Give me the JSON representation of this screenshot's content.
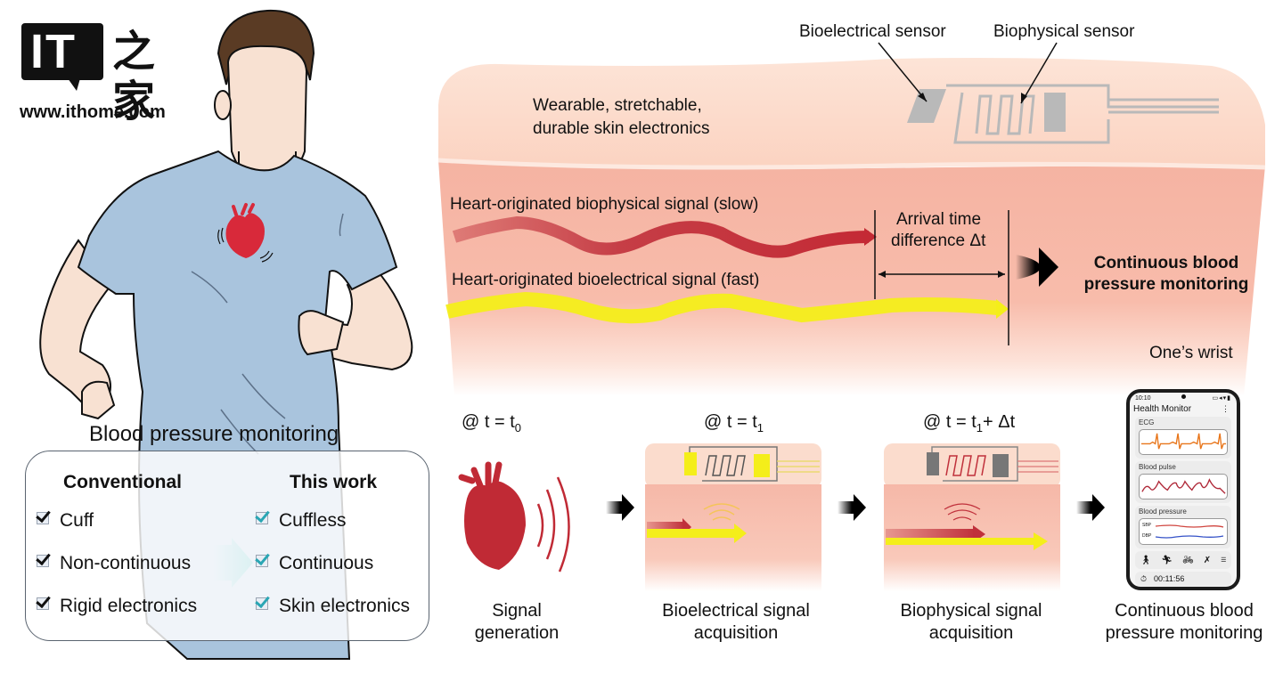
{
  "logo": {
    "mark": "IT",
    "chinese": "之家",
    "url": "www.ithome.com"
  },
  "left_panel": {
    "title": "Blood pressure monitoring",
    "comparison": {
      "conventional": {
        "heading": "Conventional",
        "items": [
          "Cuff",
          "Non-continuous",
          "Rigid electronics"
        ]
      },
      "this_work": {
        "heading": "This work",
        "items": [
          "Cuffless",
          "Continuous",
          "Skin electronics"
        ]
      }
    }
  },
  "skin_panel": {
    "sensor_labels": {
      "bioelectrical": "Bioelectrical sensor",
      "biophysical": "Biophysical sensor"
    },
    "skin_electronics": "Wearable, stretchable,\ndurable skin electronics",
    "signal_slow": "Heart-originated biophysical signal (slow)",
    "signal_fast": "Heart-originated bioelectrical signal (fast)",
    "arrival_line1": "Arrival time",
    "arrival_line2": "difference Δt",
    "result_line1": "Continuous blood",
    "result_line2": "pressure monitoring",
    "location": "One’s wrist"
  },
  "sequence": {
    "steps": [
      {
        "time_prefix": "@ t = t",
        "time_sub": "0",
        "time_suffix": "",
        "caption_l1": "Signal",
        "caption_l2": "generation"
      },
      {
        "time_prefix": "@ t = t",
        "time_sub": "1",
        "time_suffix": "",
        "caption_l1": "Bioelectrical signal",
        "caption_l2": "acquisition"
      },
      {
        "time_prefix": "@ t = t",
        "time_sub": "1",
        "time_suffix": "+ Δt",
        "caption_l1": "Biophysical signal",
        "caption_l2": "acquisition"
      },
      {
        "time_prefix": "",
        "time_sub": "",
        "time_suffix": "",
        "caption_l1": "Continuous blood",
        "caption_l2": "pressure monitoring"
      }
    ]
  },
  "phone": {
    "status_time": "10:10",
    "app_title": "Health Monitor",
    "cards": [
      {
        "label": "ECG",
        "color": "#e8751a"
      },
      {
        "label": "Blood pulse",
        "color": "#b02a3a"
      },
      {
        "label": "Blood pressure",
        "sbp_label": "SBP",
        "dbp_label": "DBP",
        "sbp_color": "#d0453f",
        "dbp_color": "#3552c8"
      }
    ],
    "activity_icons": [
      "walk-icon",
      "run-icon",
      "bike-icon",
      "workout-icon",
      "list-icon"
    ],
    "timer": "00:11:56"
  },
  "colors": {
    "skin_light": "#fbdccd",
    "skin_deep": "#f7b8a8",
    "slow_signal": "#c0303b",
    "fast_signal": "#f4ee1a",
    "shirt": "#a9c4dd",
    "teal_arrow": "#3bb0b6",
    "sensor_gray": "#b9b9b9"
  }
}
